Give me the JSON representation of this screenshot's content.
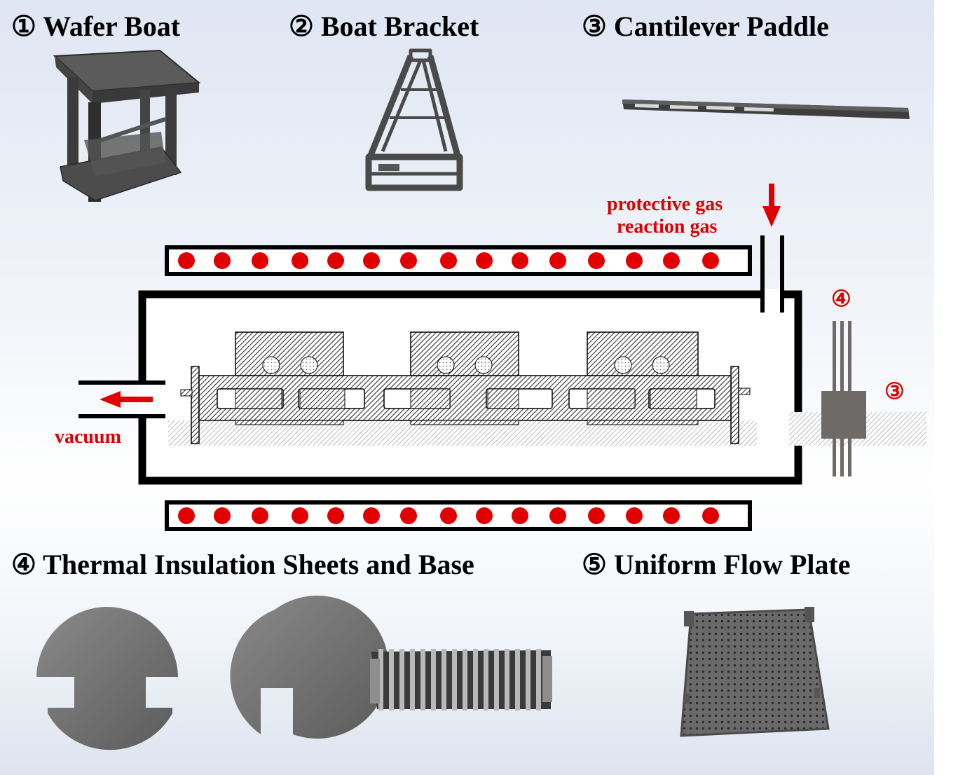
{
  "titles": {
    "wafer_boat": "① Wafer Boat",
    "boat_bracket": "② Boat Bracket",
    "cantilever_paddle": "③ Cantilever Paddle",
    "thermal_insulation": "④ Thermal Insulation Sheets and Base",
    "uniform_flow_plate": "⑤ Uniform Flow Plate"
  },
  "gas_labels": {
    "protective": "protective gas",
    "reaction": "reaction gas"
  },
  "vacuum_label": "vacuum",
  "markers": {
    "m1": "①",
    "m2": "②",
    "m3": "③",
    "m4": "④",
    "m5": "⑤"
  },
  "colors": {
    "accent_red": "#e00000",
    "frame": "#000000",
    "photo_gray": "#5a5a5a"
  },
  "icons": [
    "down-arrow-icon",
    "left-arrow-icon"
  ]
}
